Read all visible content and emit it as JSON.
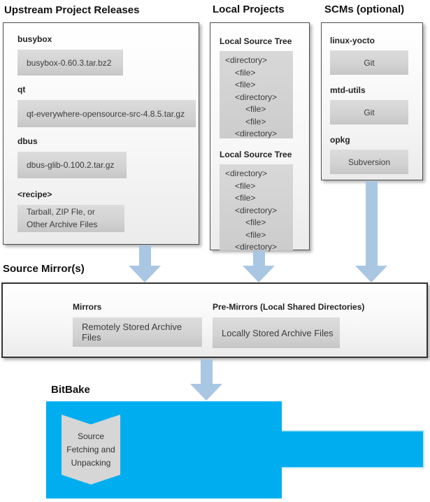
{
  "colors": {
    "bitbake_cyan": "#00aeef",
    "arrow_blue": "#a9c6e3",
    "box_gray": "#d2d2d2"
  },
  "upstream": {
    "title": "Upstream Project Releases",
    "items": [
      {
        "label": "busybox",
        "box": "busybox-0.60.3.tar.bz2"
      },
      {
        "label": "qt",
        "box": "qt-everywhere-opensource-src-4.8.5.tar.gz"
      },
      {
        "label": "dbus",
        "box": "dbus-glib-0.100.2.tar.gz"
      },
      {
        "label": "<recipe>",
        "box": "Tarball, ZIP Fle, or\nOther Archive Files"
      }
    ]
  },
  "local": {
    "title": "Local Projects",
    "sections": [
      {
        "label": "Local Source Tree",
        "lines": [
          "<directory>",
          "<file>",
          "<file>",
          "<directory>",
          "<file>",
          "<file>",
          "<directory>"
        ]
      },
      {
        "label": "Local Source Tree",
        "lines": [
          "<directory>",
          "<file>",
          "<file>",
          "<directory>",
          "<file>",
          "<file>",
          "<directory>"
        ]
      }
    ]
  },
  "scms": {
    "title": "SCMs (optional)",
    "items": [
      {
        "label": "linux-yocto",
        "box": "Git"
      },
      {
        "label": "mtd-utils",
        "box": "Git"
      },
      {
        "label": "opkg",
        "box": "Subversion"
      }
    ]
  },
  "mirrors": {
    "title": "Source Mirror(s)",
    "groups": [
      {
        "label": "Mirrors",
        "box": "Remotely Stored Archive Files"
      },
      {
        "label": "Pre-Mirrors (Local Shared Directories)",
        "box": "Locally Stored Archive Files"
      }
    ]
  },
  "bitbake": {
    "title": "BitBake",
    "chevron": "Source\nFetching and\nUnpacking"
  }
}
